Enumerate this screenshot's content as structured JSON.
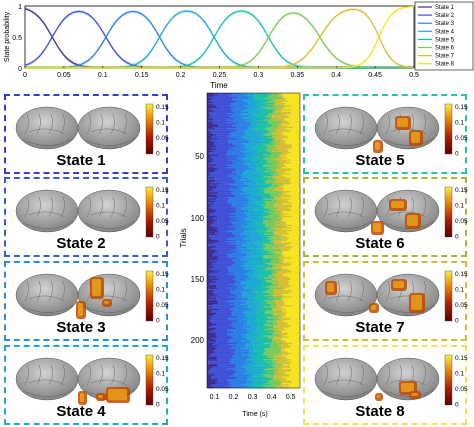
{
  "chart_data": [
    {
      "type": "line",
      "xlabel": "Time",
      "ylabel": "State probability",
      "xlim": [
        0,
        0.5
      ],
      "ylim": [
        0,
        1
      ],
      "x_ticks": [
        "0",
        "0.05",
        "0.1",
        "0.15",
        "0.2",
        "0.25",
        "0.3",
        "0.35",
        "0.4",
        "0.45",
        "0.5"
      ],
      "y_ticks": [
        "0",
        "0.5",
        "1"
      ],
      "legend_position": "right",
      "series": [
        {
          "name": "State 1",
          "color": "#3d2a9a",
          "peak": 0.0
        },
        {
          "name": "State 2",
          "color": "#3f50d6",
          "peak": 0.07
        },
        {
          "name": "State 3",
          "color": "#2a7ee6",
          "peak": 0.138
        },
        {
          "name": "State 4",
          "color": "#1ca7d5",
          "peak": 0.208
        },
        {
          "name": "State 5",
          "color": "#19bfa6",
          "peak": 0.278
        },
        {
          "name": "State 6",
          "color": "#79c95a",
          "peak": 0.348
        },
        {
          "name": "State 7",
          "color": "#d7bd33",
          "peak": 0.41
        },
        {
          "name": "State 8",
          "color": "#f6e31d",
          "peak": 0.5
        }
      ]
    },
    {
      "type": "heatmap",
      "xlabel": "Time (s)",
      "ylabel": "Trials",
      "x_ticks": [
        "0.1",
        "0.2",
        "0.3",
        "0.4",
        "0.5"
      ],
      "y_ticks": [
        "50",
        "100",
        "150",
        "200"
      ],
      "trials": 235,
      "states": 8
    }
  ],
  "colorbar": {
    "ticks": [
      "0.15",
      "0.1",
      "0.05",
      "0"
    ]
  },
  "panels": [
    {
      "label": "State 1",
      "border": "#3d3ad0"
    },
    {
      "label": "State 2",
      "border": "#3a5bd6"
    },
    {
      "label": "State 3",
      "border": "#2a8be0"
    },
    {
      "label": "State 4",
      "border": "#1fa7d2"
    },
    {
      "label": "State 5",
      "border": "#2bbfa6"
    },
    {
      "label": "State 6",
      "border": "#a9b53a"
    },
    {
      "label": "State 7",
      "border": "#d7b93a"
    },
    {
      "label": "State 8",
      "border": "#efe25a"
    }
  ]
}
